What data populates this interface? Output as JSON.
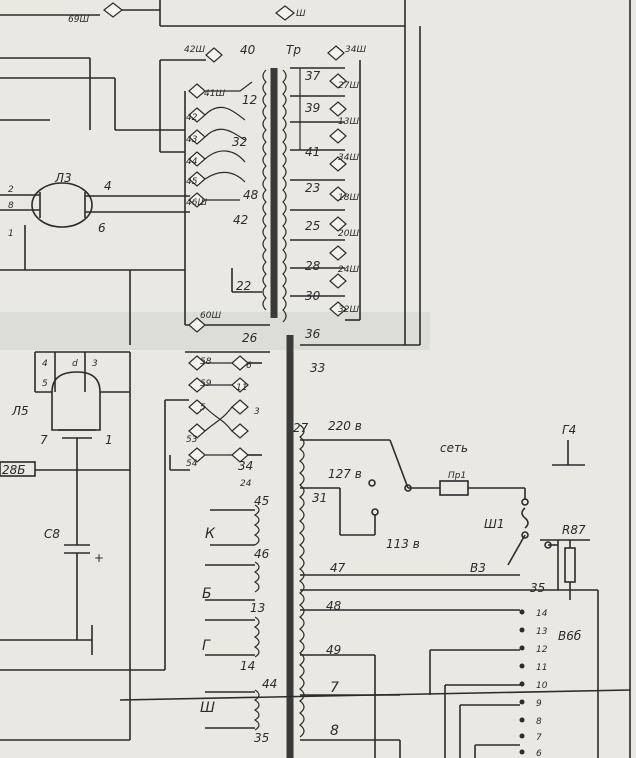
{
  "top_labels": {
    "t69": "69Ш",
    "t_top_center": "Ш",
    "t42a": "42Ш",
    "t40": "40",
    "tTp": "Тр",
    "t34": "34Ш"
  },
  "switch_left": [
    "41Ш",
    "42",
    "43",
    "44",
    "45",
    "46Ш"
  ],
  "switch_left_right": [
    "12",
    "32",
    "48",
    "42"
  ],
  "tube_l3": {
    "name": "Л3",
    "pins": [
      "2",
      "8",
      "1",
      "4",
      "6"
    ]
  },
  "transformer_right": [
    {
      "num": "37",
      "tag": "27Ш"
    },
    {
      "num": "39",
      "tag": "13Ш"
    },
    {
      "num": "41",
      "tag": "34Ш"
    },
    {
      "num": "23",
      "tag": "18Ш"
    },
    {
      "num": "25",
      "tag": "20Ш"
    },
    {
      "num": "28",
      "tag": "24Ш"
    },
    {
      "num": "30",
      "tag": "32Ш"
    }
  ],
  "label_36": "36",
  "label_33": "33",
  "label_22": "22",
  "label_60": "60Ш",
  "label_26": "26",
  "tube_l5": {
    "name": "Л5",
    "pins": [
      "4",
      "d",
      "3",
      "5",
      "7",
      "1"
    ]
  },
  "switch_lower": [
    "58",
    "59",
    "5",
    "53",
    "54"
  ],
  "switch_lower_right": [
    "6",
    "11",
    "3",
    "34",
    "24"
  ],
  "r_left": "28Б",
  "cap_c8": "С8",
  "cap_plus": "+",
  "coils": [
    "45",
    "К",
    "46",
    "Б",
    "13",
    "Г",
    "14",
    "44",
    "Ш",
    "35"
  ],
  "mains": {
    "tap220": "220 в",
    "tap127": "127 в",
    "tap113": "113 в",
    "lbl27": "27",
    "lbl31": "31",
    "net": "сеть",
    "fuse": "Пр1",
    "plug": "Ш1",
    "switch": "В3",
    "ground": "Г4",
    "resistor": "R87",
    "sw_block": "В6б",
    "lbl35": "35"
  },
  "lower_taps": [
    "47",
    "48",
    "49",
    "7",
    "8"
  ],
  "contacts": [
    "14",
    "13",
    "12",
    "11",
    "10",
    "9",
    "8",
    "7",
    "6"
  ]
}
